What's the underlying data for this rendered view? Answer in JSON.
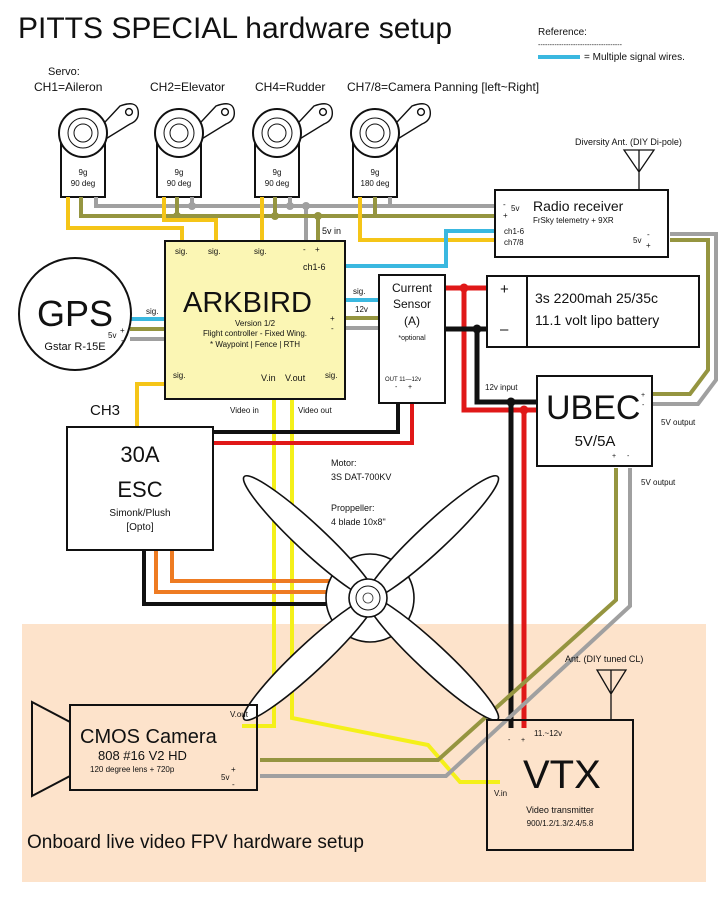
{
  "title": "PITTS SPECIAL hardware setup",
  "reference": {
    "heading": "Reference:",
    "divider": "------------------------------------",
    "legend_label": "= Multiple signal wires."
  },
  "colors": {
    "signal_multi": "#3ab8e0",
    "signal": "#f5c518",
    "video": "#f4f01a",
    "ground_neg": "#a0a0a0",
    "power_5v": "#959540",
    "battery_pos": "#e01818",
    "battery_neg": "#111111",
    "motor_phase": "#ee7b22",
    "fc_fill": "#fbf6b4",
    "fpv_bg": "#fde3cb"
  },
  "servo_section": {
    "label": "Servo:",
    "servos": [
      {
        "channel": "CH1=Aileron",
        "weight": "9g",
        "range": "90 deg"
      },
      {
        "channel": "CH2=Elevator",
        "weight": "9g",
        "range": "90 deg"
      },
      {
        "channel": "CH4=Rudder",
        "weight": "9g",
        "range": "90 deg"
      },
      {
        "channel": "CH7/8=Camera Panning [left~Right]",
        "weight": "9g",
        "range": "180 deg"
      }
    ]
  },
  "radio_receiver": {
    "antenna_label": "Diversity Ant. (DIY Di-pole)",
    "title": "Radio receiver",
    "subtitle": "FrSky telemetry + 9XR",
    "pin_neg": "-",
    "pin_5v": "5v",
    "pin_pos": "+",
    "pin_ch16": "ch1-6",
    "pin_ch78": "ch7/8",
    "out_5v": "5v",
    "out_neg": "-",
    "out_pos": "+"
  },
  "flight_controller": {
    "title": "ARKBIRD",
    "version": "Version 1/2",
    "description": "Flight controller - Fixed Wing.",
    "features": "* Waypoint | Fence | RTH",
    "sig": "sig.",
    "neg": "-",
    "pos": "+",
    "five_v_in": "5v in",
    "ch16": "ch1-6",
    "twelve_v": "12v",
    "v_in": "V.in",
    "v_out": "V.out",
    "video_in": "Video in",
    "video_out": "Video out"
  },
  "gps": {
    "title": "GPS",
    "model": "Gstar R-15E",
    "five_v": "5v"
  },
  "current_sensor": {
    "line1": "Current",
    "line2": "Sensor",
    "line3": "(A)",
    "note": "*optional",
    "out": "OUT 11—12v"
  },
  "battery": {
    "pos": "+",
    "neg": "–",
    "line1": "3s 2200mah 25/35c",
    "line2": "11.1 volt  lipo battery"
  },
  "ubec": {
    "title": "UBEC",
    "rating": "5V/5A",
    "input_label": "12v input",
    "output_label_1": "5V output",
    "output_label_2": "5V output"
  },
  "esc": {
    "channel": "CH3",
    "title1": "30A",
    "title2": "ESC",
    "firmware": "Simonk/Plush",
    "type": "[Opto]"
  },
  "motor": {
    "label": "Motor:",
    "model": "3S DAT-700KV",
    "prop_label": "Proppeller:",
    "prop_spec": "4 blade 10x8\""
  },
  "camera": {
    "title": "CMOS Camera",
    "model": "808 #16 V2 HD",
    "spec": "120 degree lens + 720p",
    "v_out": "V.out",
    "five_v": "5v"
  },
  "vtx": {
    "antenna_label": "Ant. (DIY tuned CL)",
    "title": "VTX",
    "voltage": "11.~12v",
    "v_in": "V.in",
    "subtitle": "Video transmitter",
    "bands": "900/1.2/1.3/2.4/5.8"
  },
  "fpv_section": {
    "label": "Onboard live video FPV hardware setup"
  }
}
